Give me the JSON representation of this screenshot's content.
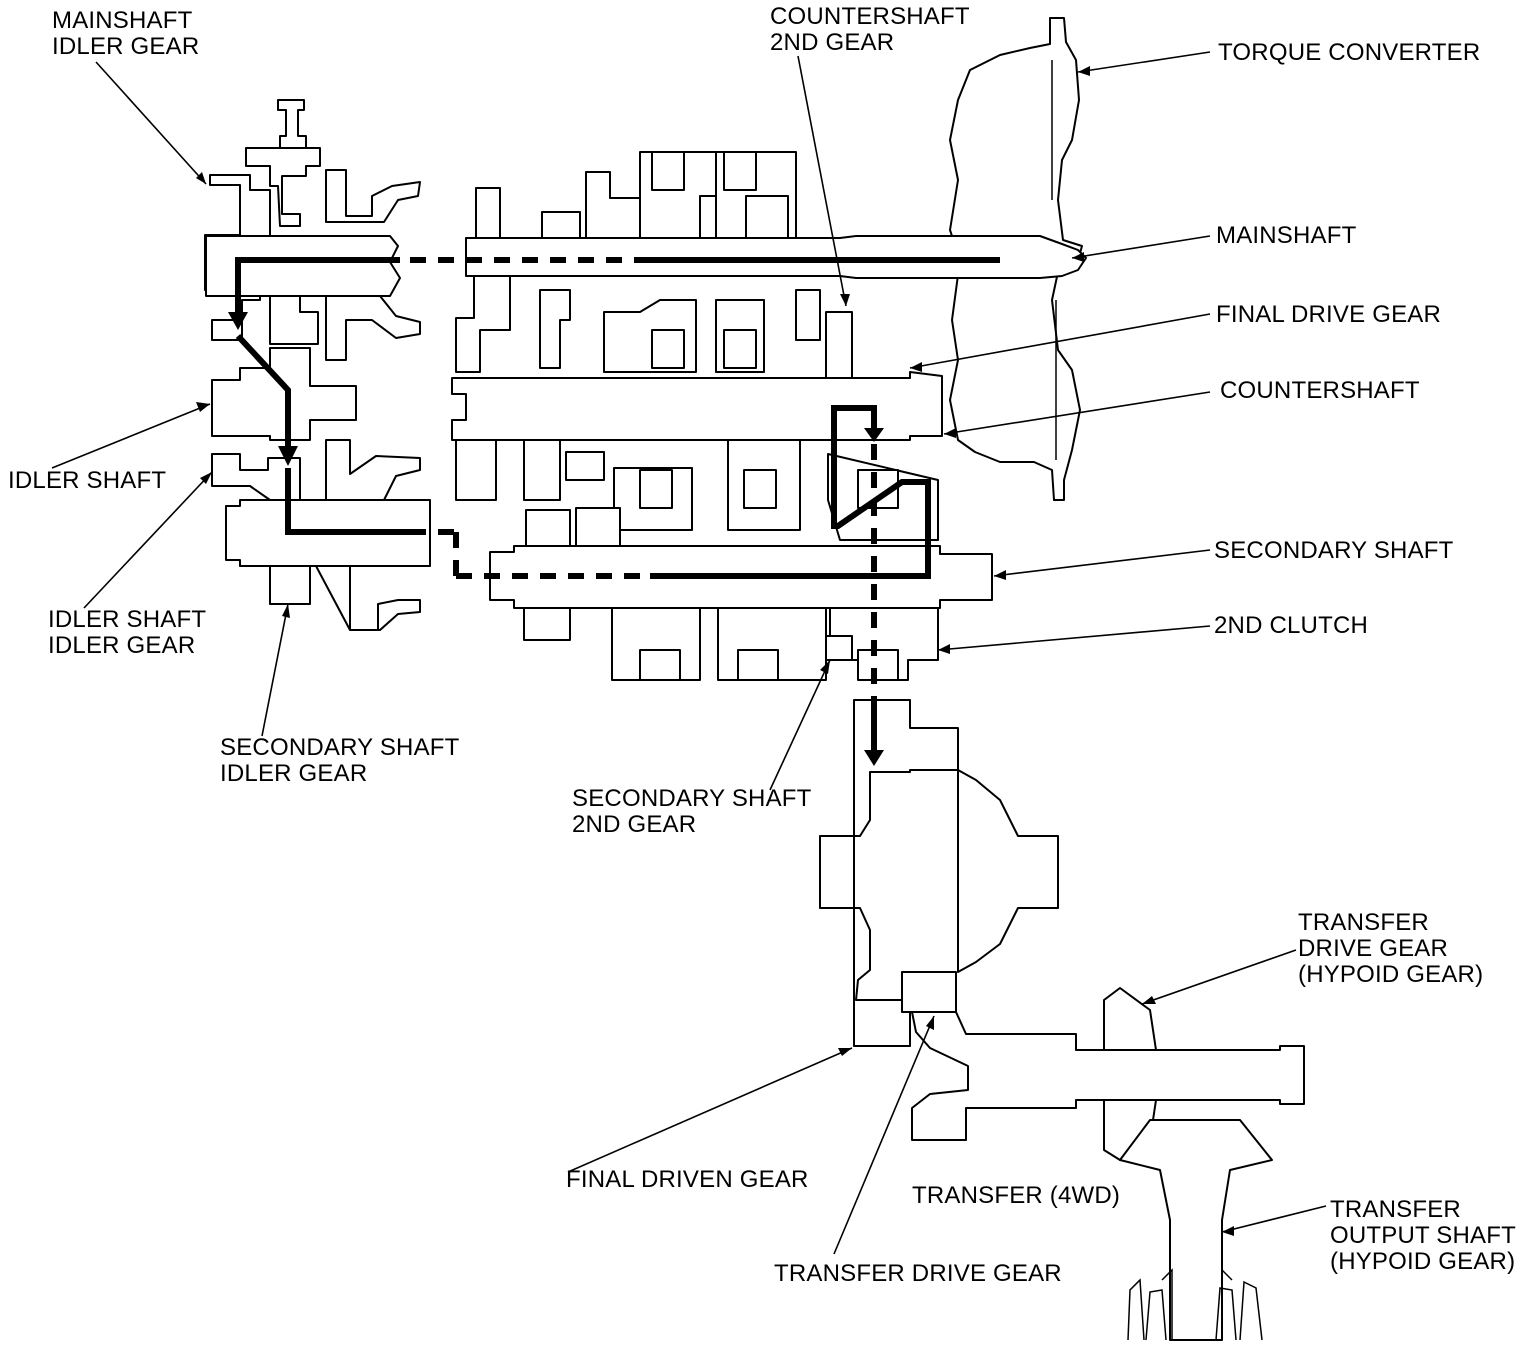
{
  "labels": {
    "mainshaft_idler_gear": [
      "MAINSHAFT",
      "IDLER GEAR"
    ],
    "countershaft_2nd_gear": [
      "COUNTERSHAFT",
      "2ND GEAR"
    ],
    "torque_converter": "TORQUE CONVERTER",
    "mainshaft": "MAINSHAFT",
    "final_drive_gear": "FINAL DRIVE GEAR",
    "countershaft": "COUNTERSHAFT",
    "idler_shaft": "IDLER SHAFT",
    "secondary_shaft": "SECONDARY SHAFT",
    "second_clutch": "2ND CLUTCH",
    "idler_shaft_idler_gear": [
      "IDLER SHAFT",
      "IDLER GEAR"
    ],
    "secondary_shaft_idler_gear": [
      "SECONDARY SHAFT",
      "IDLER GEAR"
    ],
    "secondary_shaft_2nd_gear": [
      "SECONDARY SHAFT",
      "2ND GEAR"
    ],
    "transfer_drive_gear_hypoid": [
      "TRANSFER",
      "DRIVE GEAR",
      "(HYPOID GEAR)"
    ],
    "final_driven_gear": "FINAL DRIVEN GEAR",
    "transfer_4wd": "TRANSFER (4WD)",
    "transfer_drive_gear": "TRANSFER DRIVE GEAR",
    "transfer_output_shaft": [
      "TRANSFER",
      "OUTPUT SHAFT",
      "(HYPOID GEAR)"
    ]
  }
}
